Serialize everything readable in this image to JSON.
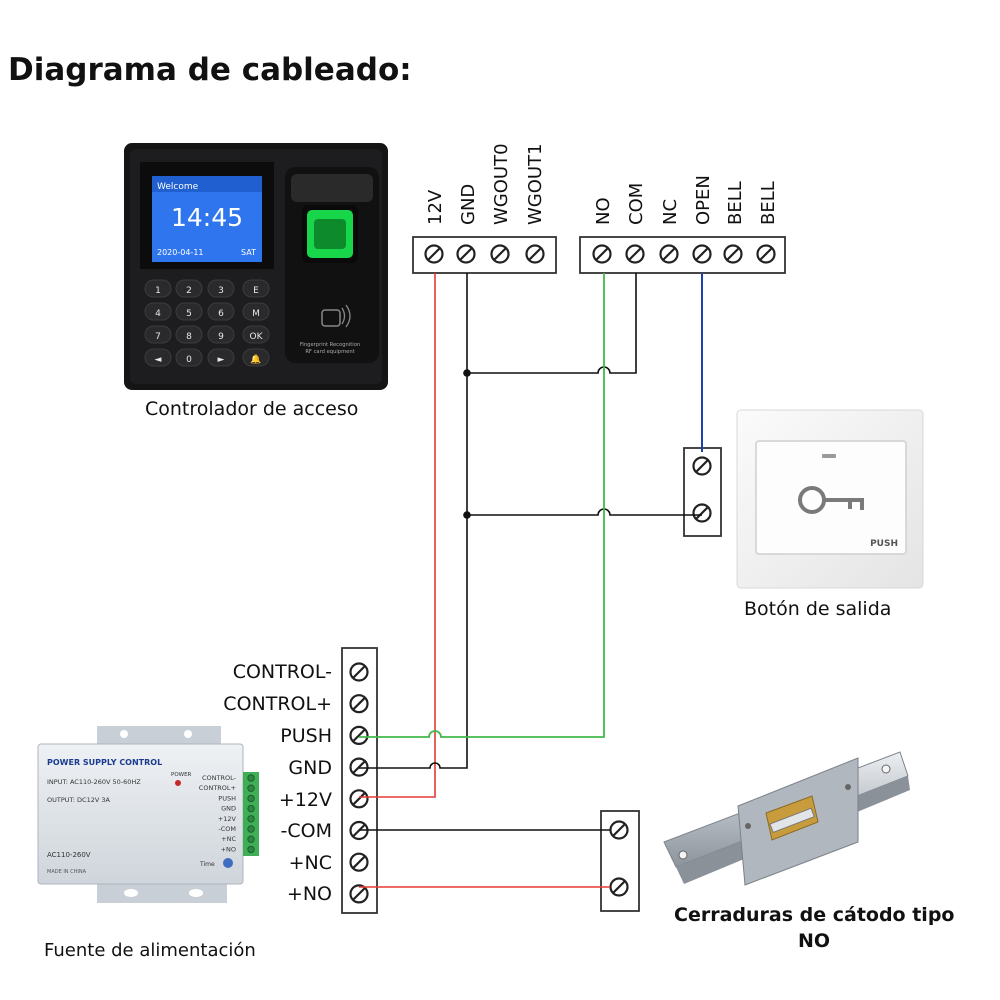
{
  "title": "Diagrama de cableado:",
  "controller": {
    "caption": "Controlador de acceso",
    "screen_welcome": "Welcome",
    "screen_time": "14:45",
    "screen_date": "2020-04-11",
    "screen_day": "SAT",
    "keys": [
      [
        "1",
        "2",
        "3",
        "E"
      ],
      [
        "4",
        "5",
        "6",
        "M"
      ],
      [
        "7",
        "8",
        "9",
        "OK"
      ],
      [
        "◄",
        "0",
        "►",
        "🔔"
      ]
    ],
    "sensor_label_1": "Fingerprint Recognition",
    "sensor_label_2": "RF card equipment"
  },
  "controller_terminals": {
    "left": [
      "12V",
      "GND",
      "WGOUT0",
      "WGOUT1"
    ],
    "right": [
      "NO",
      "COM",
      "NC",
      "OPEN",
      "BELL",
      "BELL"
    ]
  },
  "exit_button": {
    "caption": "Botón de salida",
    "push_label": "PUSH"
  },
  "power_supply": {
    "caption": "Fuente de alimentación",
    "brand": "POWER SUPPLY CONTROL",
    "input": "INPUT: AC110-260V 50-60HZ",
    "output": "OUTPUT: DC12V  3A",
    "power": "POWER",
    "ac": "AC110-260V",
    "made": "MADE IN CHINA",
    "time": "Time",
    "side_labels": [
      "CONTROL-",
      "CONTROL+",
      "PUSH",
      "GND",
      "+12V",
      "-COM",
      "+NC",
      "+NO"
    ],
    "terminal_labels": [
      "CONTROL-",
      "CONTROL+",
      "PUSH",
      "GND",
      "+12V",
      "-COM",
      "+NC",
      "+NO"
    ]
  },
  "lock": {
    "caption_line1": "Cerraduras de cátodo tipo",
    "caption_line2": "NO"
  },
  "colors": {
    "red_wire": "#e53935",
    "black_wire": "#111111",
    "green_wire": "#43b94a",
    "blue_wire": "#1e3fb0"
  }
}
